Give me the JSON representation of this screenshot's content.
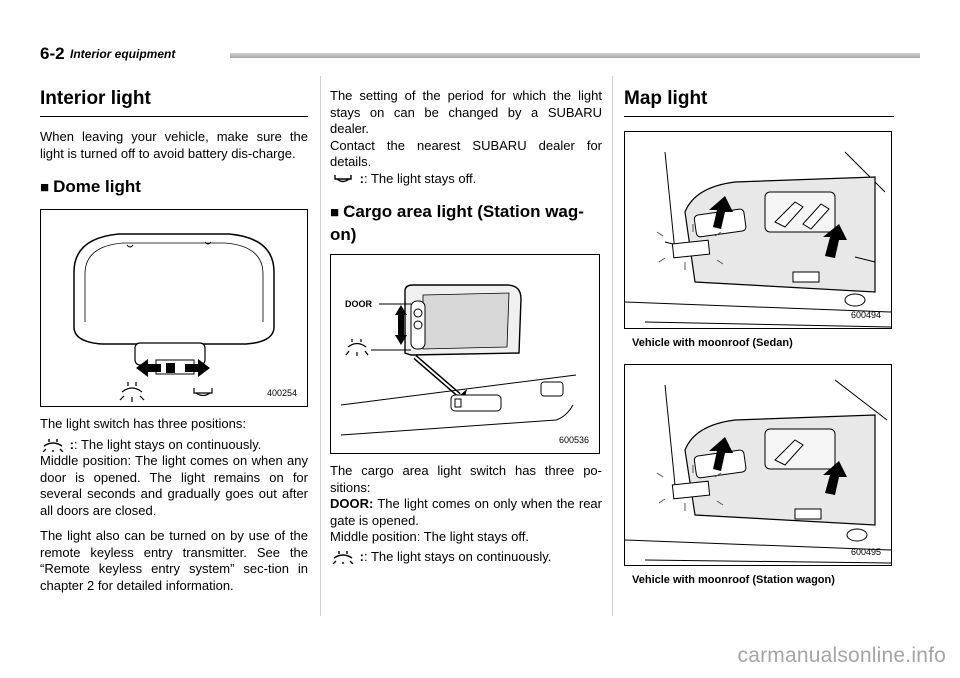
{
  "header": {
    "page_number": "6-2",
    "title": "Interior equipment"
  },
  "col1": {
    "heading": "Interior light",
    "intro": "When leaving your vehicle, make sure the light is turned off to avoid battery dis-charge.",
    "subheading": "Dome light",
    "figure_number": "400254",
    "switch_positions": "The light switch has three positions:",
    "on_desc": ": The light stays on continuously.",
    "middle_desc": "Middle position: The light comes on when any door is opened. The light remains on for several seconds and gradually goes out after all doors are closed.",
    "keyless": "The light also can be turned on by use of the remote keyless entry transmitter. See the “Remote keyless entry system” sec-tion in chapter 2 for detailed information."
  },
  "col2": {
    "setting": "The setting of the period for which the light stays on can be changed by a SUBARU dealer.",
    "contact": "Contact the nearest SUBARU dealer for details.",
    "off_desc": ": The light stays off.",
    "subheading": "Cargo area light (Station wag-on)",
    "figure_number": "600536",
    "figure_label_door": "DOOR",
    "positions": "The cargo area light switch has three po-sitions:",
    "door_label": "DOOR:",
    "door_desc": "The light comes on only when the rear gate is opened.",
    "middle_desc": "Middle position: The light stays off.",
    "on_desc": ": The light stays on continuously."
  },
  "col3": {
    "heading": "Map light",
    "fig1_number": "600494",
    "caption1": "Vehicle with moonroof (Sedan)",
    "fig2_number": "600495",
    "caption2": "Vehicle with moonroof (Station wagon)"
  },
  "watermark": "carmanualsonline.info"
}
